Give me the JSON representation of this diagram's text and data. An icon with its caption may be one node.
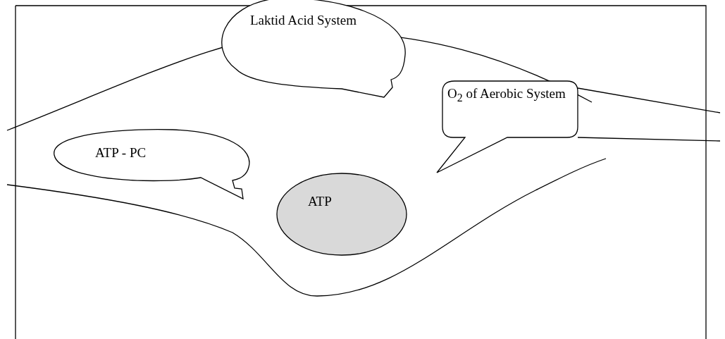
{
  "diagram": {
    "nodes": [
      {
        "text": [
          "ATP - PC"
        ]
      },
      {
        "text": [
          "Laktid Acid System"
        ]
      },
      {
        "text": [
          "O$_{2}$ of Aerobic System"
        ]
      },
      {
        "text": [
          "ATP"
        ]
      }
    ]
  }
}
